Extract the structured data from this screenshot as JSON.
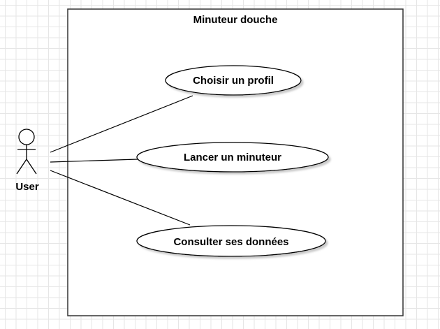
{
  "diagram": {
    "system": {
      "title": "Minuteur douche"
    },
    "actor": {
      "label": "User"
    },
    "use_cases": [
      {
        "id": "uc1",
        "label": "Choisir un profil"
      },
      {
        "id": "uc2",
        "label": "Lancer un minuteur"
      },
      {
        "id": "uc3",
        "label": "Consulter ses données"
      }
    ],
    "associations": [
      {
        "from": "actor",
        "to": "uc1"
      },
      {
        "from": "actor",
        "to": "uc2"
      },
      {
        "from": "actor",
        "to": "uc3"
      }
    ],
    "colors": {
      "stroke": "#000000",
      "system_border": "#333333",
      "shadow": "#cccccc",
      "grid": "#e6e6e6",
      "fill": "#ffffff"
    }
  }
}
